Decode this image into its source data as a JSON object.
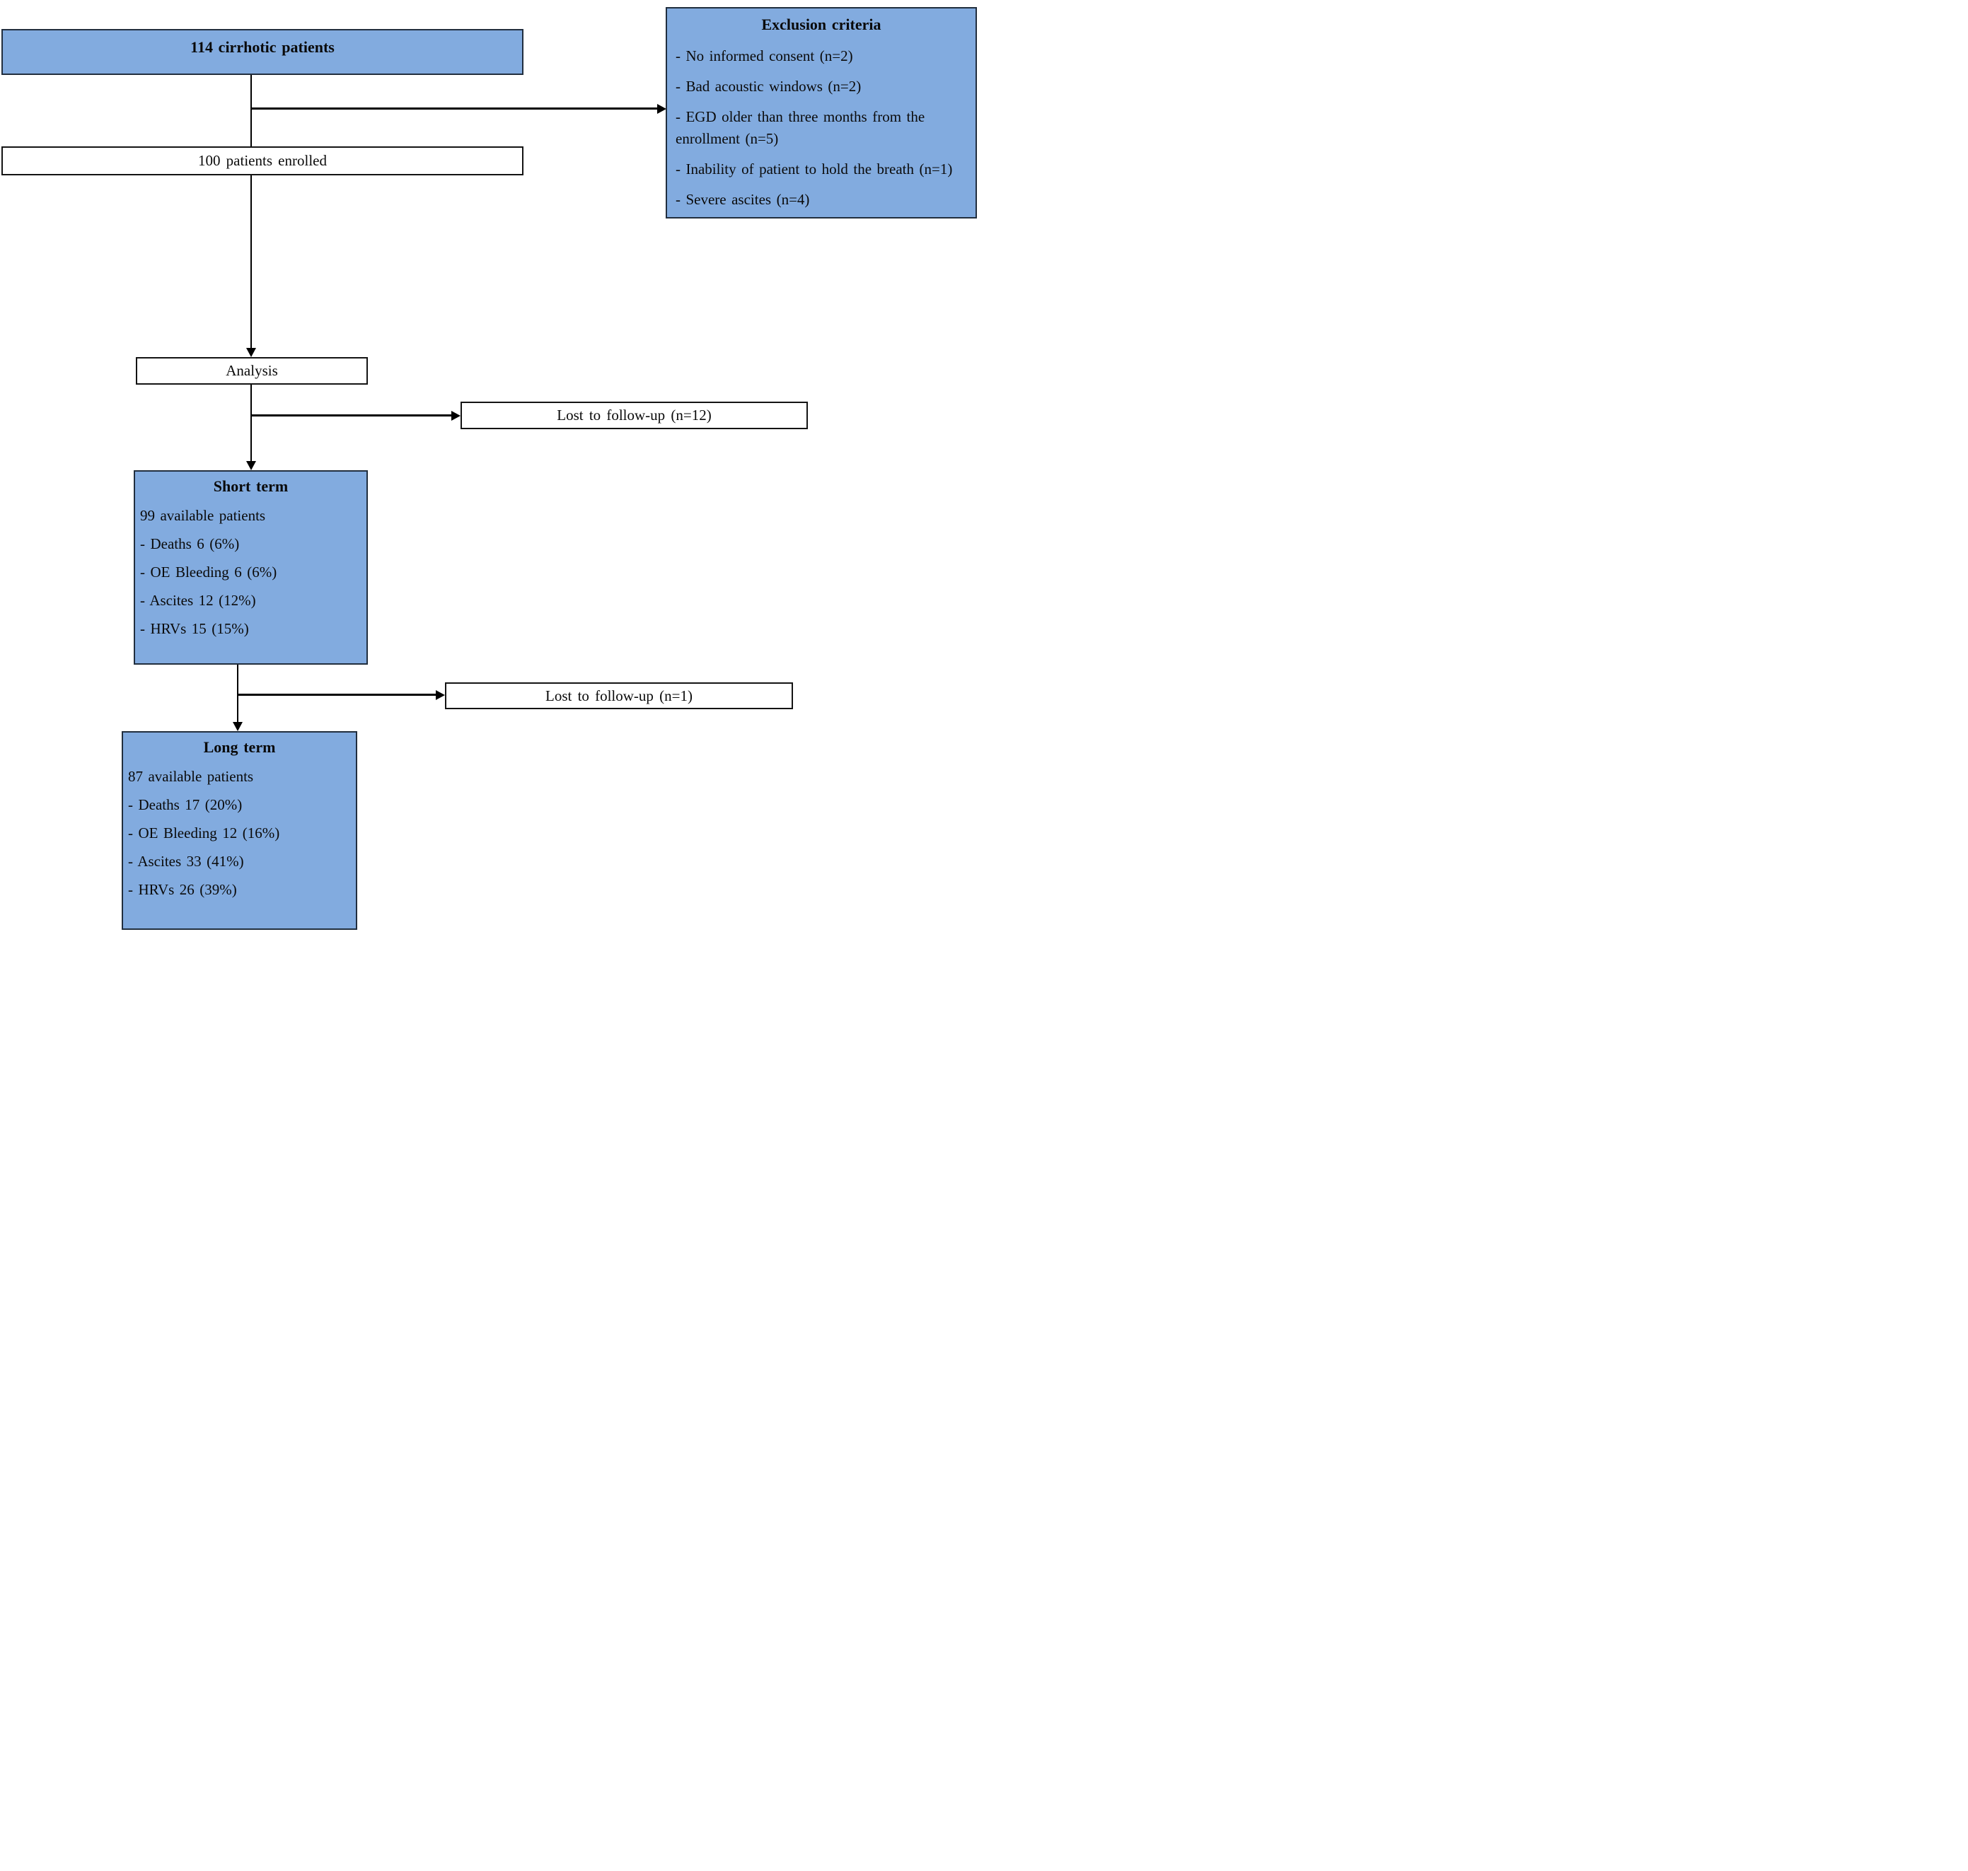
{
  "diagram": {
    "nodes": {
      "cirrhotic_patients": {
        "label": "114 cirrhotic patients"
      },
      "exclusion_criteria": {
        "title": "Exclusion criteria",
        "items": [
          "- No informed consent (n=2)",
          "- Bad acoustic windows (n=2)",
          "- EGD older than three months from the enrollment (n=5)",
          "- Inability of patient to hold the breath (n=1)",
          "- Severe ascites (n=4)"
        ]
      },
      "patients_enrolled": {
        "label": "100 patients enrolled"
      },
      "analysis": {
        "label": "Analysis"
      },
      "lost_to_followup_12": {
        "label": "Lost to follow-up (n=12)"
      },
      "short_term": {
        "title": "Short term",
        "lines": [
          "99 available patients",
          "- Deaths 6 (6%)",
          "- OE Bleeding 6 (6%)",
          "- Ascites 12 (12%)",
          "- HRVs 15 (15%)"
        ]
      },
      "lost_to_followup_1": {
        "label": "Lost to follow-up (n=1)"
      },
      "long_term": {
        "title": "Long term",
        "lines": [
          "87 available patients",
          "- Deaths 17 (20%)",
          "- OE Bleeding 12 (16%)",
          "- Ascites 33 (41%)",
          "- HRVs 26 (39%)"
        ]
      }
    },
    "colors": {
      "node_fill": "#82abdf",
      "node_border": "#212e3e",
      "white_box_border": "#141414",
      "connector_line": "#000000"
    }
  }
}
